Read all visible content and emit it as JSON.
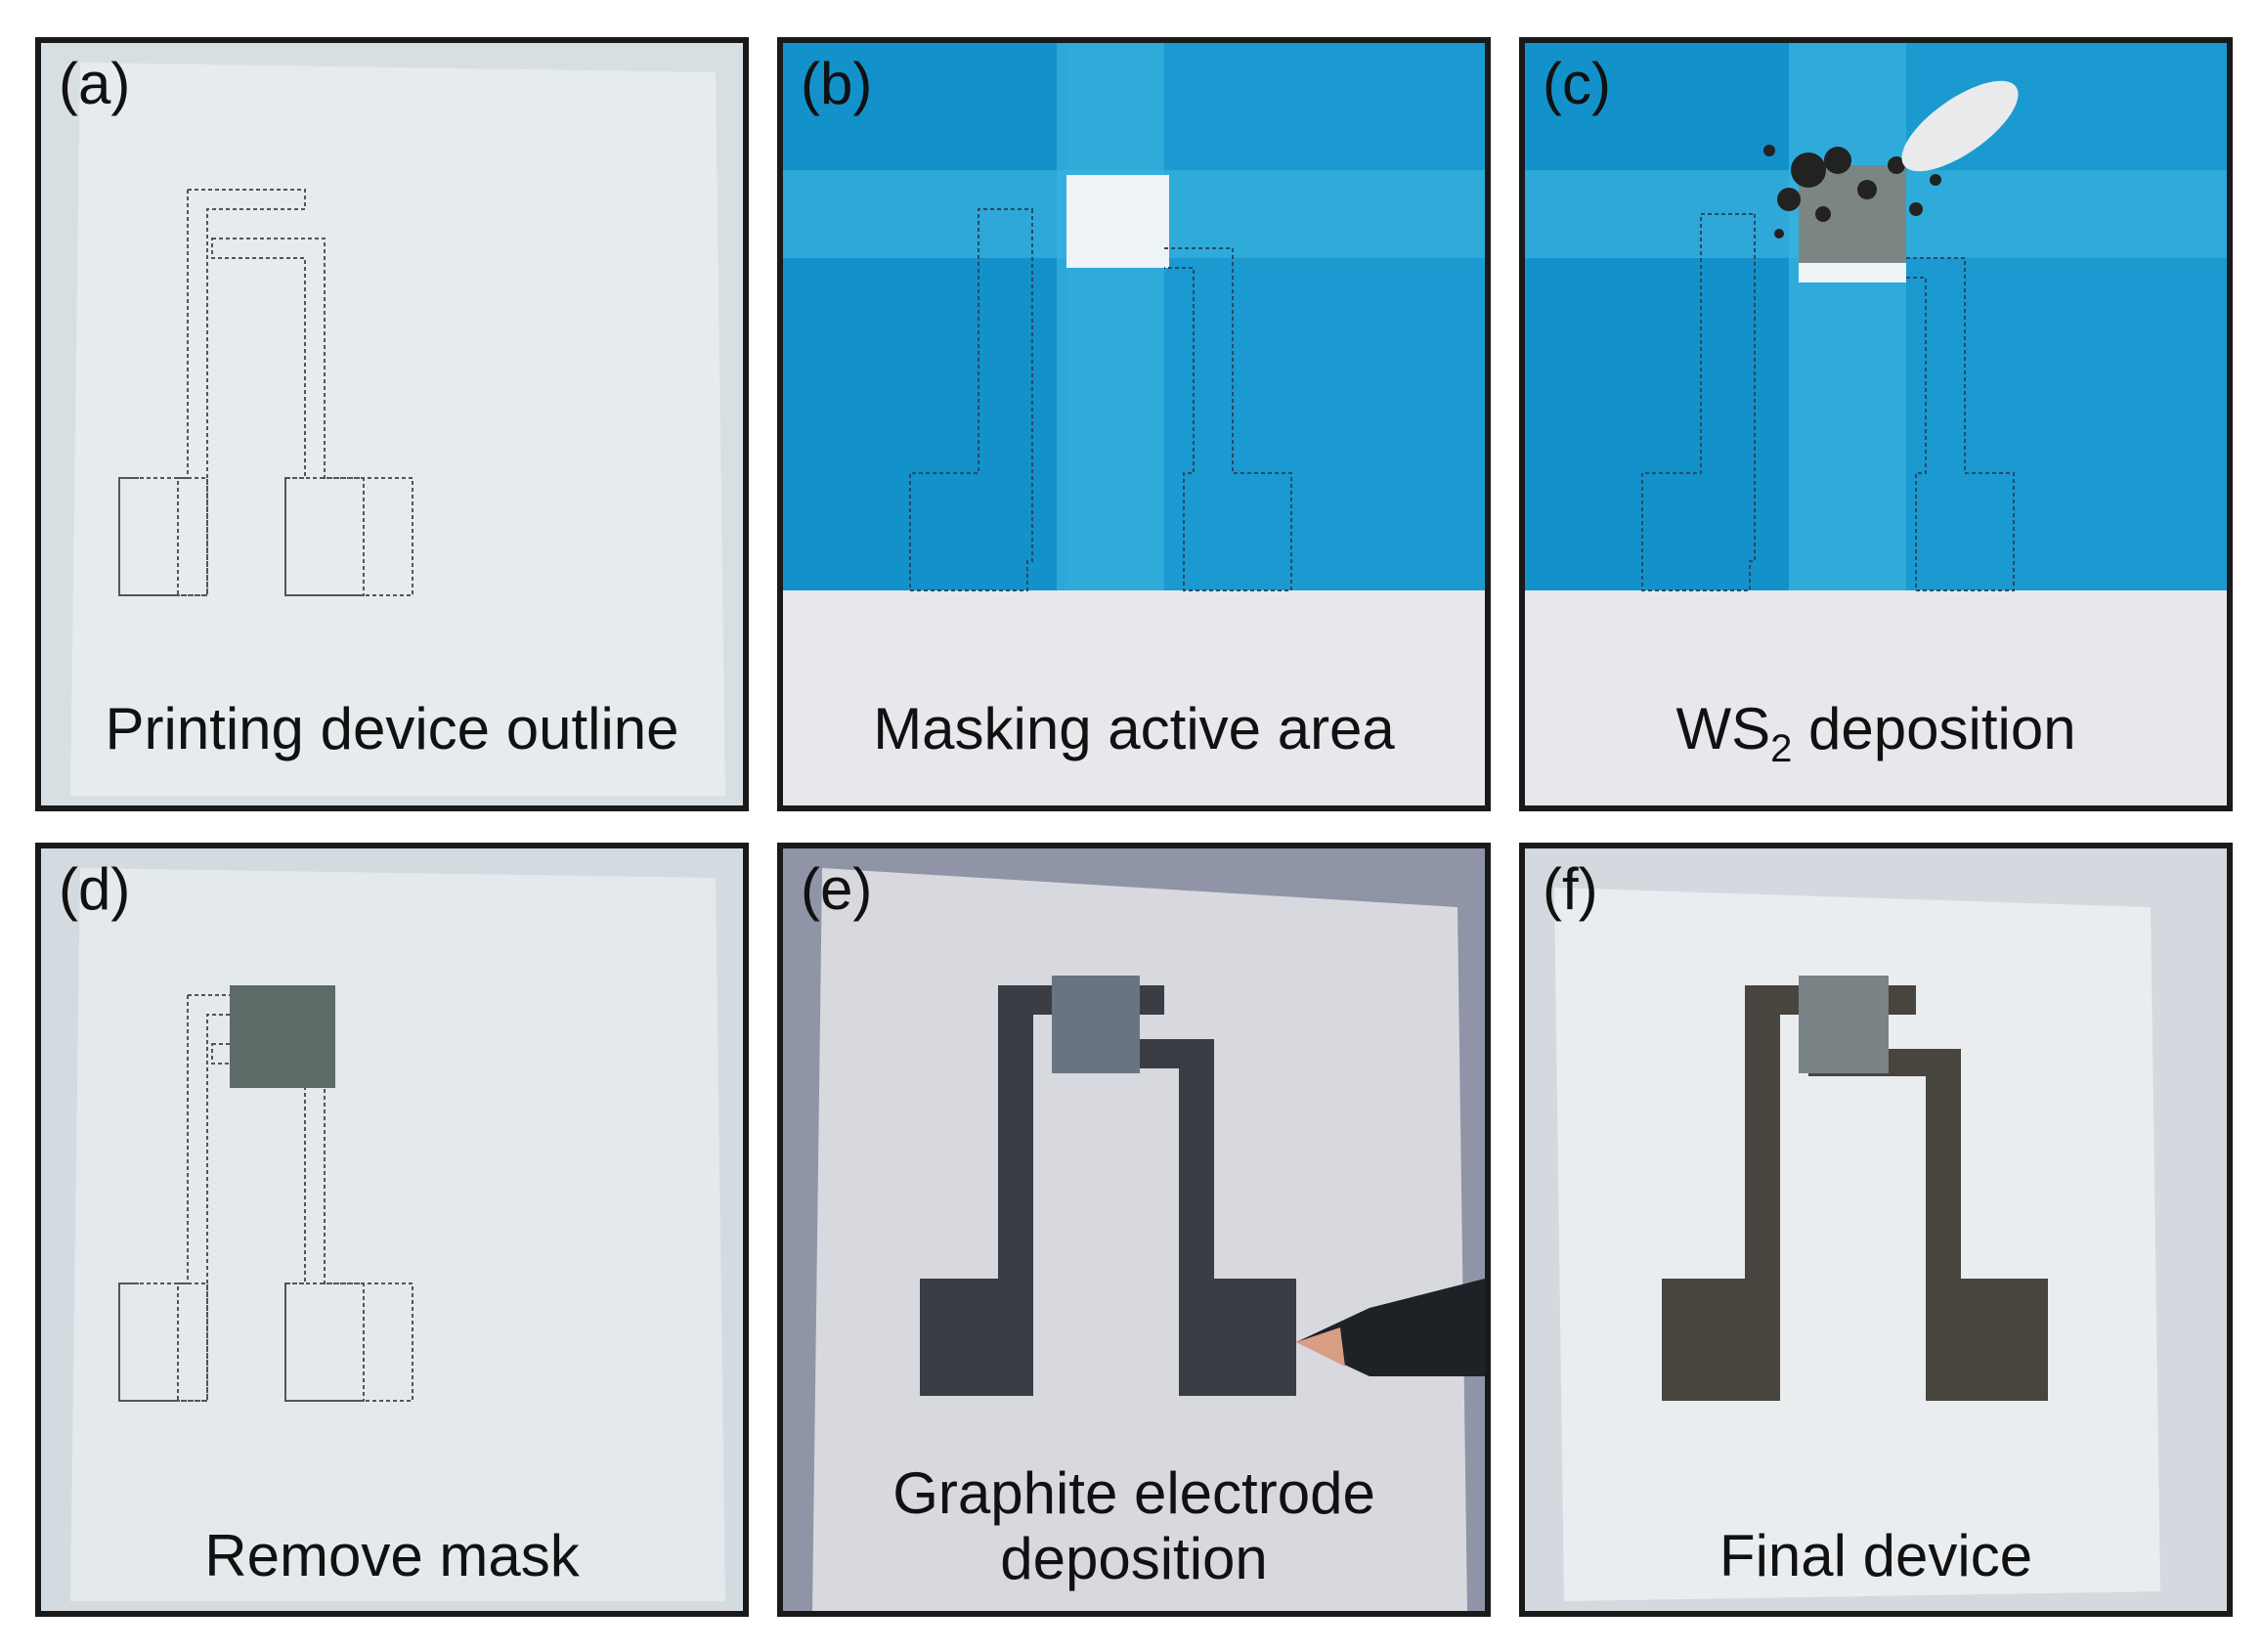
{
  "panels": [
    {
      "tag": "(a)",
      "caption": "Printing device outline"
    },
    {
      "tag": "(b)",
      "caption": "Masking active area"
    },
    {
      "tag": "(c)",
      "caption_main": "WS",
      "caption_sub": "2",
      "caption_rest": " deposition"
    },
    {
      "tag": "(d)",
      "caption": "Remove mask"
    },
    {
      "tag": "(e)",
      "caption_line1": "Graphite electrode",
      "caption_line2": "deposition"
    },
    {
      "tag": "(f)",
      "caption": "Final device"
    }
  ],
  "colors": {
    "border": "#1a1a1a",
    "tape_blue": "#1a9ad0",
    "graphite": "#3a3d44",
    "ws2": "#5e6a68"
  }
}
